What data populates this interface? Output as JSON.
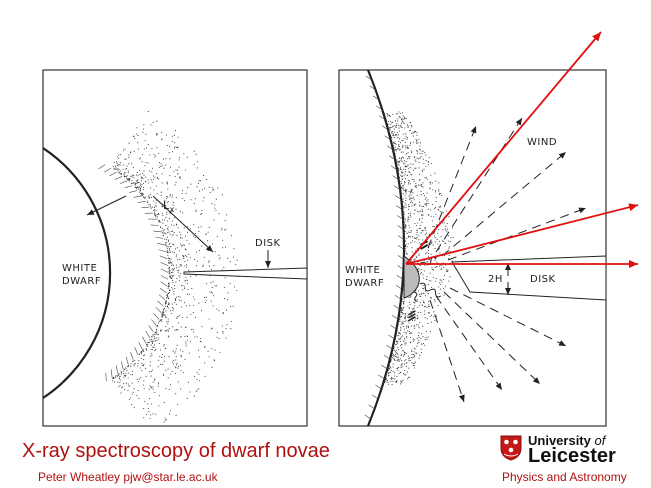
{
  "diagram": {
    "left_panel": {
      "white_dwarf_line1": "WHITE",
      "white_dwarf_line2": "DWARF",
      "lx_label": "L",
      "lx_subscript": "x",
      "disk_label": "DISK"
    },
    "right_panel": {
      "white_dwarf_line1": "WHITE",
      "white_dwarf_line2": "DWARF",
      "wind_label": "WIND",
      "height_label": "2H",
      "disk_label": "DISK"
    },
    "colors": {
      "rays": "#e01010",
      "ink": "#222222"
    }
  },
  "footer": {
    "title": "X-ray spectroscopy of dwarf novae",
    "author": "Peter Wheatley   pjw@star.le.ac.uk",
    "university_line1": "University",
    "university_of": "of",
    "university_line2": "Leicester",
    "department": "Physics and Astronomy",
    "title_color": "#b01010"
  }
}
